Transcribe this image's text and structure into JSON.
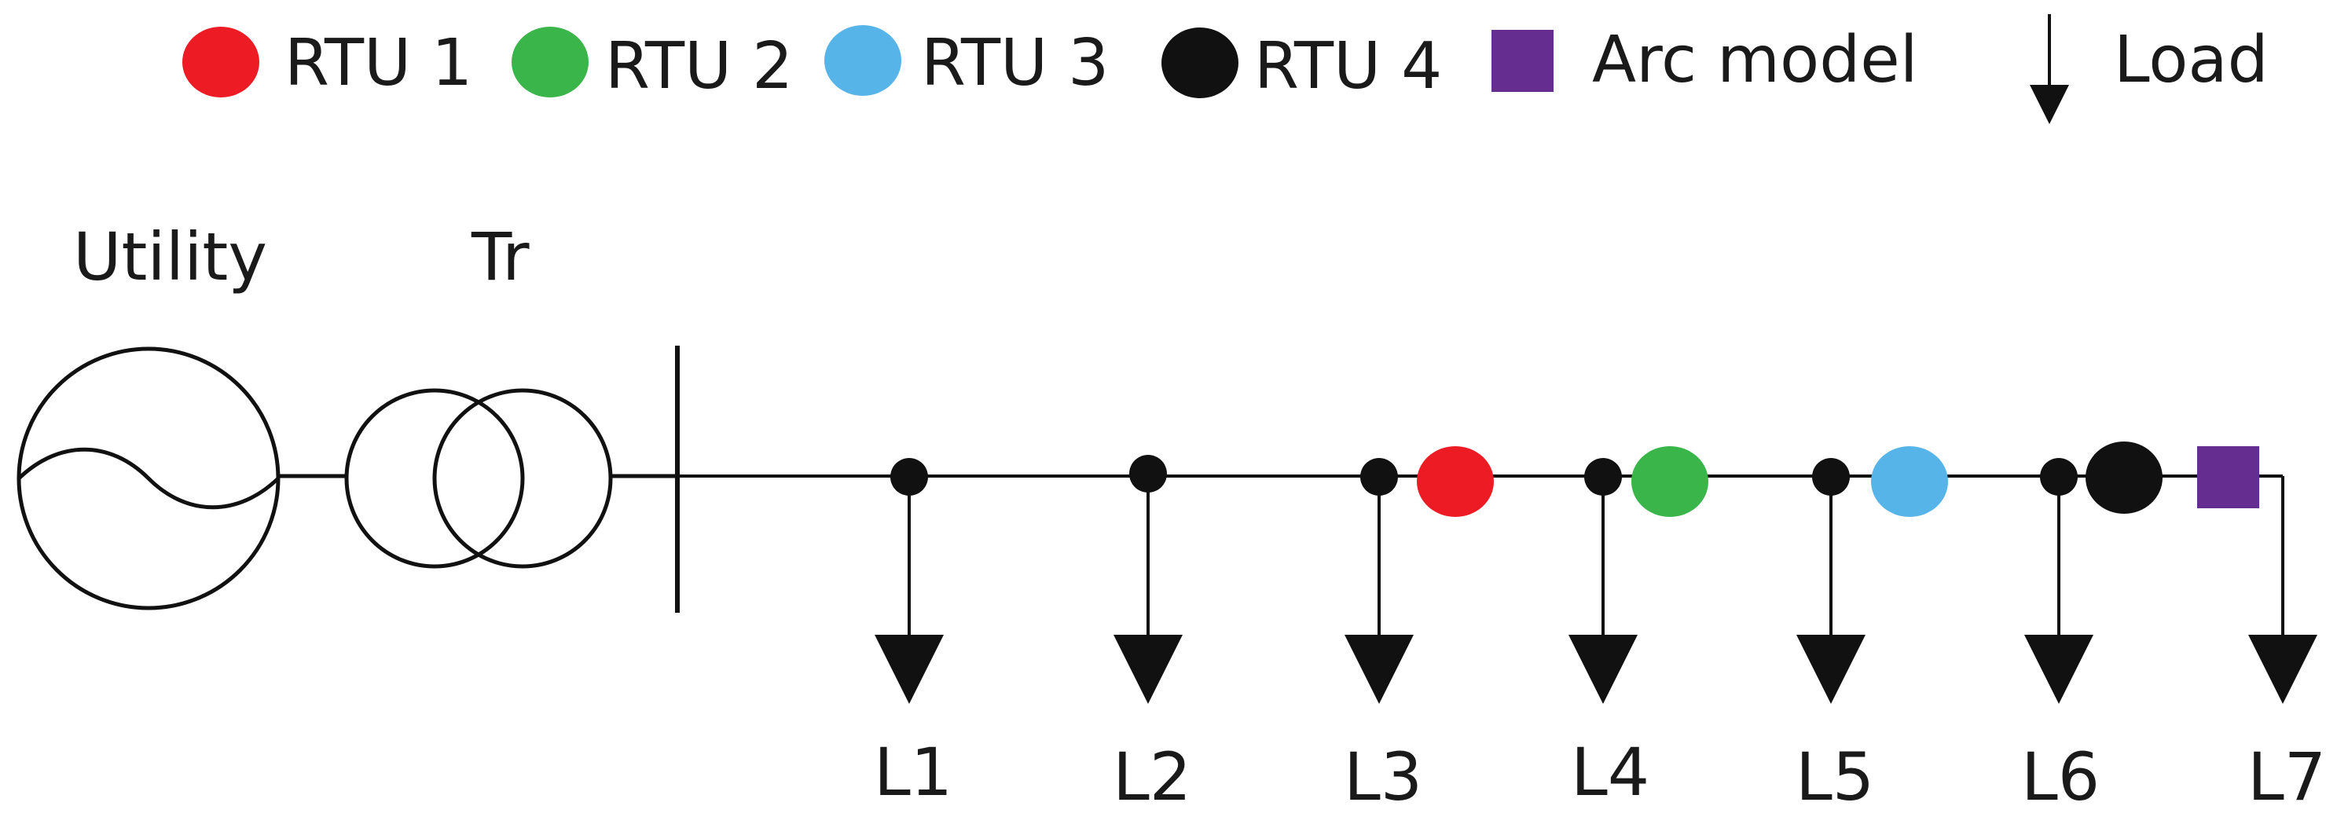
{
  "legend": {
    "items": [
      {
        "symbol": "circle",
        "color": "#ed1c24",
        "label": "RTU 1"
      },
      {
        "symbol": "circle",
        "color": "#39b54a",
        "label": "RTU 2"
      },
      {
        "symbol": "circle",
        "color": "#56b4e9",
        "label": "RTU 3"
      },
      {
        "symbol": "circle",
        "color": "#111111",
        "label": "RTU 4"
      },
      {
        "symbol": "square",
        "color": "#662d91",
        "label": "Arc model"
      },
      {
        "symbol": "load-arrow",
        "color": "#111111",
        "label": "Load"
      }
    ]
  },
  "components": {
    "utility_label": "Utility",
    "transformer_label": "Tr"
  },
  "loads": [
    "L1",
    "L2",
    "L3",
    "L4",
    "L5",
    "L6",
    "L7"
  ],
  "colors": {
    "line": "#111111",
    "rtu1": "#ed1c24",
    "rtu2": "#39b54a",
    "rtu3": "#56b4e9",
    "rtu4": "#111111",
    "arc_model": "#662d91"
  }
}
